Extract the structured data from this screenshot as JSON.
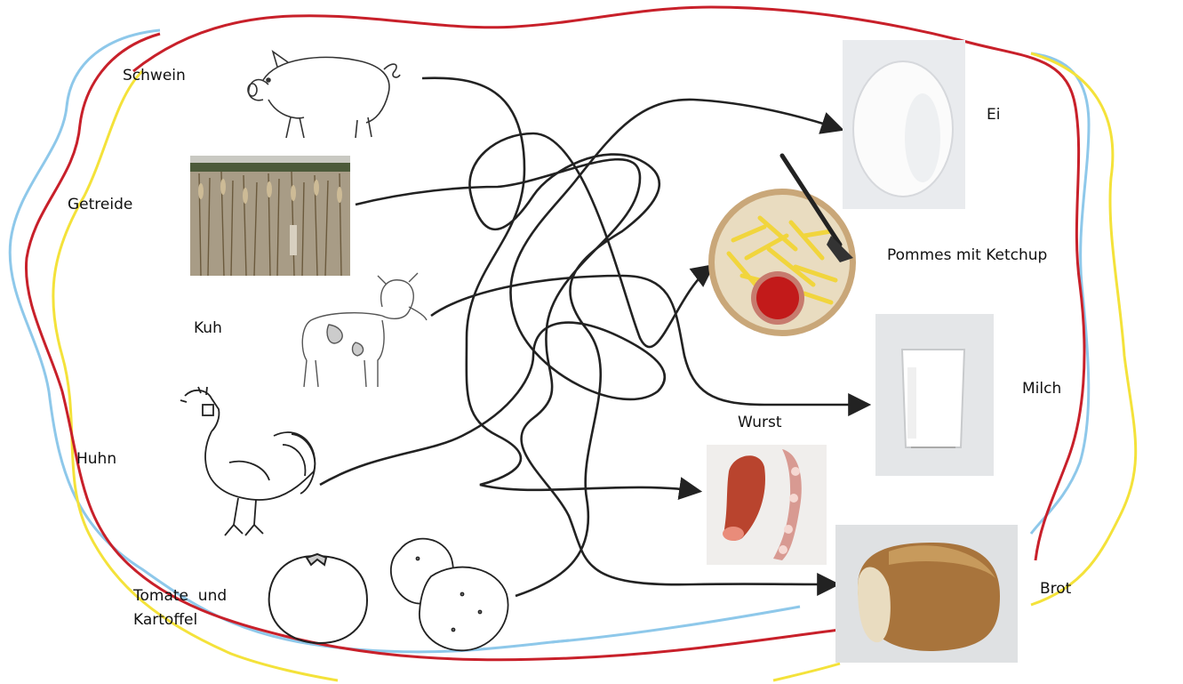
{
  "colors": {
    "border_blue": "#8ec8ea",
    "border_yellow": "#f4e23a",
    "border_red": "#c8202a",
    "line": "#222222"
  },
  "sources": {
    "schwein": "Schwein",
    "getreide": "Getreide",
    "kuh": "Kuh",
    "huhn": "Huhn",
    "tomate_line1": "Tomate  und",
    "tomate_line2": "Kartoffel"
  },
  "products": {
    "ei": "Ei",
    "pommes": "Pommes mit Ketchup",
    "milch": "Milch",
    "wurst": "Wurst",
    "brot": "Brot"
  },
  "icons": [
    "pig-drawing",
    "wheat-field-photo",
    "cow-drawing",
    "rooster-drawing",
    "tomato-drawing",
    "potato-drawing",
    "egg-photo",
    "fries-ketchup-photo",
    "milk-glass-photo",
    "sausage-photo",
    "bread-photo"
  ]
}
